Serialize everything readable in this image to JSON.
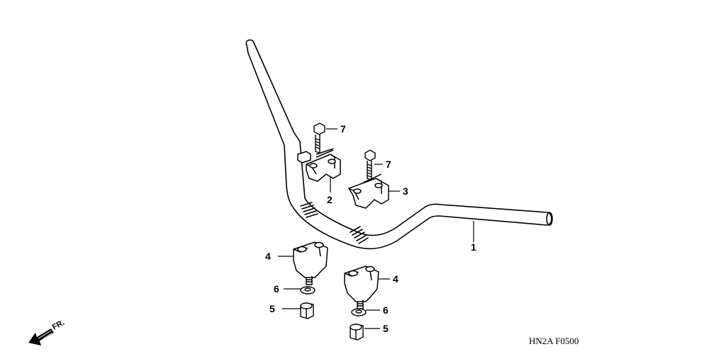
{
  "callouts": {
    "handlebar": "1",
    "upper_holder_a": "2",
    "upper_holder_b": "3",
    "lower_holder_left": "4",
    "lower_holder_right": "4",
    "nut_left": "5",
    "nut_right": "5",
    "washer_left": "6",
    "washer_right": "6",
    "bolt_left": "7",
    "bolt_right": "7"
  },
  "front_marker": "FR.",
  "diagram_code": "HN2A F0500"
}
